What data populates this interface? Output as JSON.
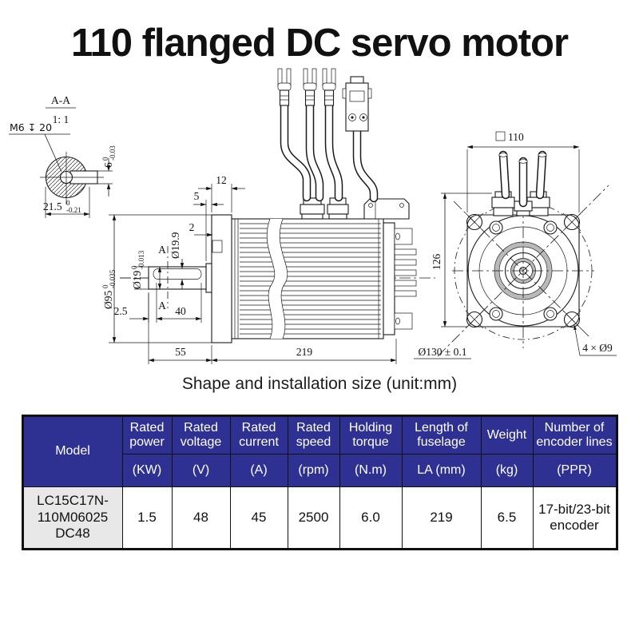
{
  "page": {
    "title": "110 flanged DC servo motor",
    "caption": "Shape and installation size (unit:mm)"
  },
  "colors": {
    "table_header_bg": "#2e3192",
    "table_header_text": "#ffffff",
    "model_cell_bg": "#e8e8e8",
    "line_color": "#1a1a1a"
  },
  "drawing": {
    "section_view": {
      "name": "A-A",
      "scale": "1: 1",
      "thread_callout": "M6 ↧ 20",
      "key_width": {
        "nominal": "6",
        "tol_top": "0",
        "tol_bottom": "-0.03"
      },
      "key_depth": {
        "nominal": "21.5",
        "tol_top": "0",
        "tol_bottom": "-0.21"
      }
    },
    "side_view": {
      "flange_thickness": "12",
      "boss_length": "5",
      "step": "2",
      "key_diameter": "Ø19.9",
      "shaft_diameter": {
        "nominal": "Ø19",
        "tol_top": "0",
        "tol_bottom": "-0.013"
      },
      "pilot_diameter": {
        "nominal": "Ø95",
        "tol_top": "0",
        "tol_bottom": "-0.035"
      },
      "key_offset": "2.5",
      "key_length": "40",
      "shaft_length": "55",
      "body_length": "219",
      "section_marker": "A"
    },
    "front_view": {
      "flange_square": {
        "symbol": "□",
        "value": "110"
      },
      "height": "126",
      "bolt_circle": "Ø130 ± 0.1",
      "mounting_holes": "4 × Ø9"
    }
  },
  "table": {
    "model_header": "Model",
    "model_value_line1": "LC15C17N-",
    "model_value_line2": "110M06025",
    "model_value_line3": "DC48",
    "columns": [
      {
        "label": "Rated power",
        "unit": "(KW)",
        "value": "1.5"
      },
      {
        "label": "Rated voltage",
        "unit": "(V)",
        "value": "48"
      },
      {
        "label": "Rated current",
        "unit": "(A)",
        "value": "45"
      },
      {
        "label": "Rated speed",
        "unit": "(rpm)",
        "value": "2500"
      },
      {
        "label": "Holding torque",
        "unit": "(N.m)",
        "value": "6.0"
      },
      {
        "label": "Length of fuselage",
        "unit": "LA (mm)",
        "value": "219"
      },
      {
        "label": "Weight",
        "unit": "(kg)",
        "value": "6.5"
      },
      {
        "label": "Number of encoder lines",
        "unit": "(PPR)",
        "value": "17-bit/23-bit encoder"
      }
    ]
  }
}
